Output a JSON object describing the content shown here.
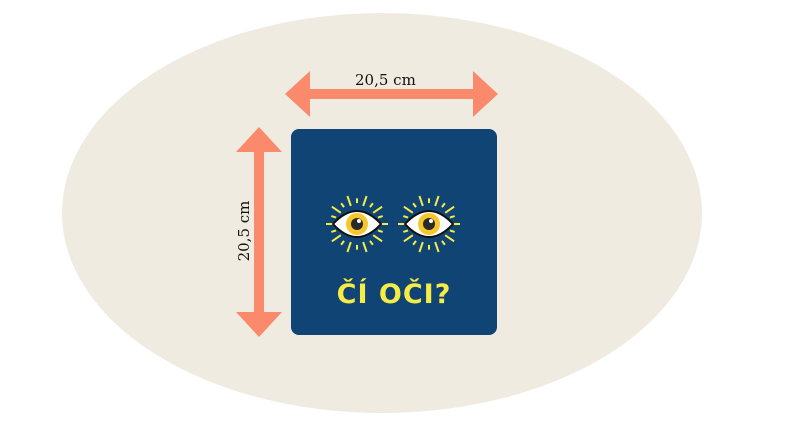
{
  "product": {
    "title": "ČÍ OČI?",
    "card_color": "#0f4474",
    "title_color": "#f7ec45"
  },
  "dimensions": {
    "width_label": "20,5 cm",
    "height_label": "20,5 cm",
    "arrow_color": "#fb8a6c"
  },
  "icons": [
    "eye-icon",
    "eye-icon"
  ]
}
